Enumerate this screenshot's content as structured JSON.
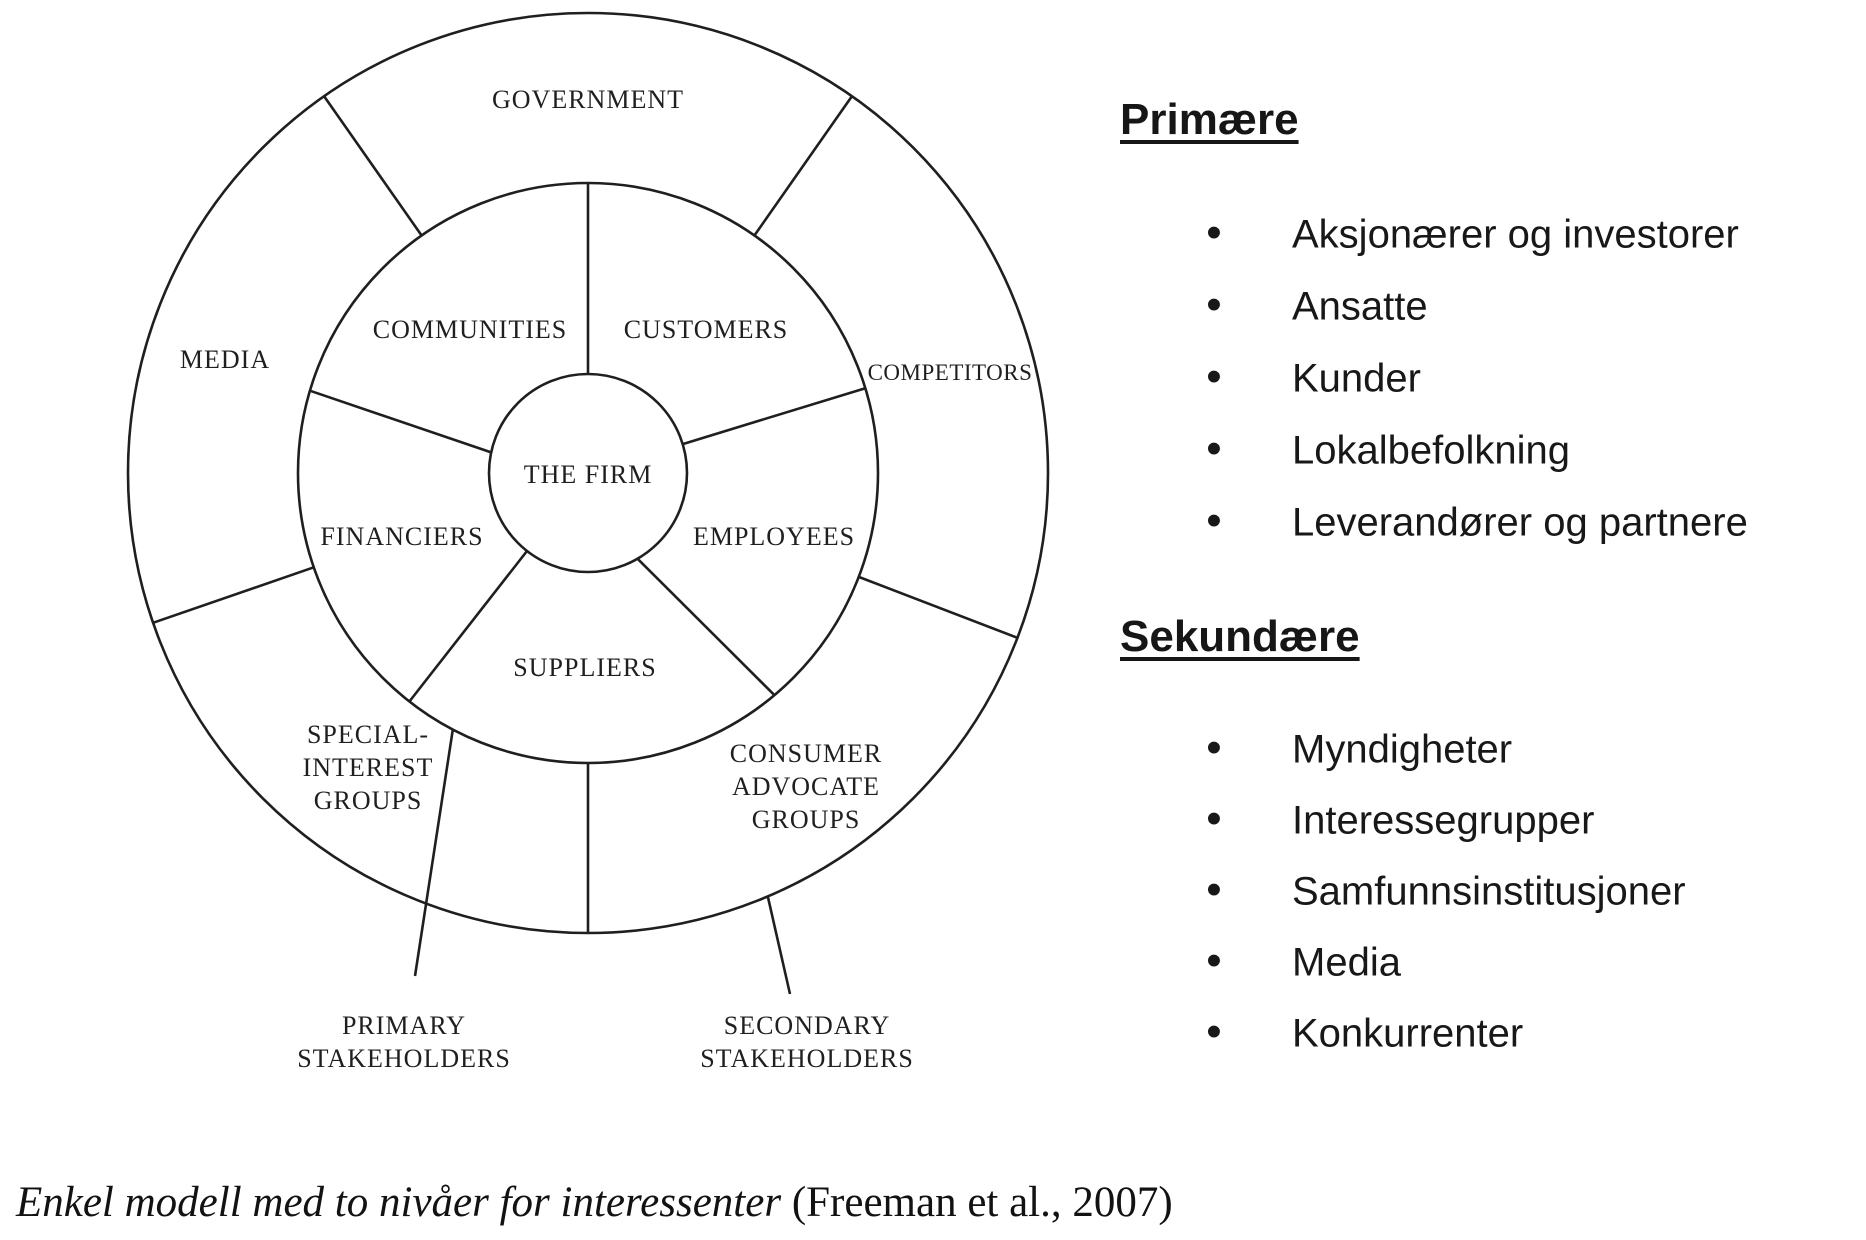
{
  "colors": {
    "ink": "#1f1f1f",
    "background": "#ffffff"
  },
  "diagram": {
    "firm_label": "THE FIRM",
    "inner_ring": {
      "communities": "COMMUNITIES",
      "customers": "CUSTOMERS",
      "financiers": "FINANCIERS",
      "employees": "EMPLOYEES",
      "suppliers": "SUPPLIERS"
    },
    "outer_ring": {
      "government": "GOVERNMENT",
      "media": "MEDIA",
      "competitors": "COMPETITORS",
      "special_interest_lines": [
        "SPECIAL-",
        "INTEREST",
        "GROUPS"
      ],
      "consumer_advocate_lines": [
        "CONSUMER",
        "ADVOCATE",
        "GROUPS"
      ]
    },
    "callouts": {
      "primary_lines": [
        "PRIMARY",
        "STAKEHOLDERS"
      ],
      "secondary_lines": [
        "SECONDARY",
        "STAKEHOLDERS"
      ]
    }
  },
  "legend": {
    "bullet_char": "•",
    "primary": {
      "title": "Primære",
      "items": [
        "Aksjonærer og investorer",
        "Ansatte",
        "Kunder",
        "Lokalbefolkning",
        "Leverandører og partnere"
      ]
    },
    "secondary": {
      "title": "Sekundære",
      "items": [
        "Myndigheter",
        "Interessegrupper",
        "Samfunnsinstitusjoner",
        "Media",
        "Konkurrenter"
      ]
    }
  },
  "caption": {
    "italic_part": "Enkel modell med to nivåer for interessenter",
    "regular_part": "(Freeman et al., 2007)"
  }
}
